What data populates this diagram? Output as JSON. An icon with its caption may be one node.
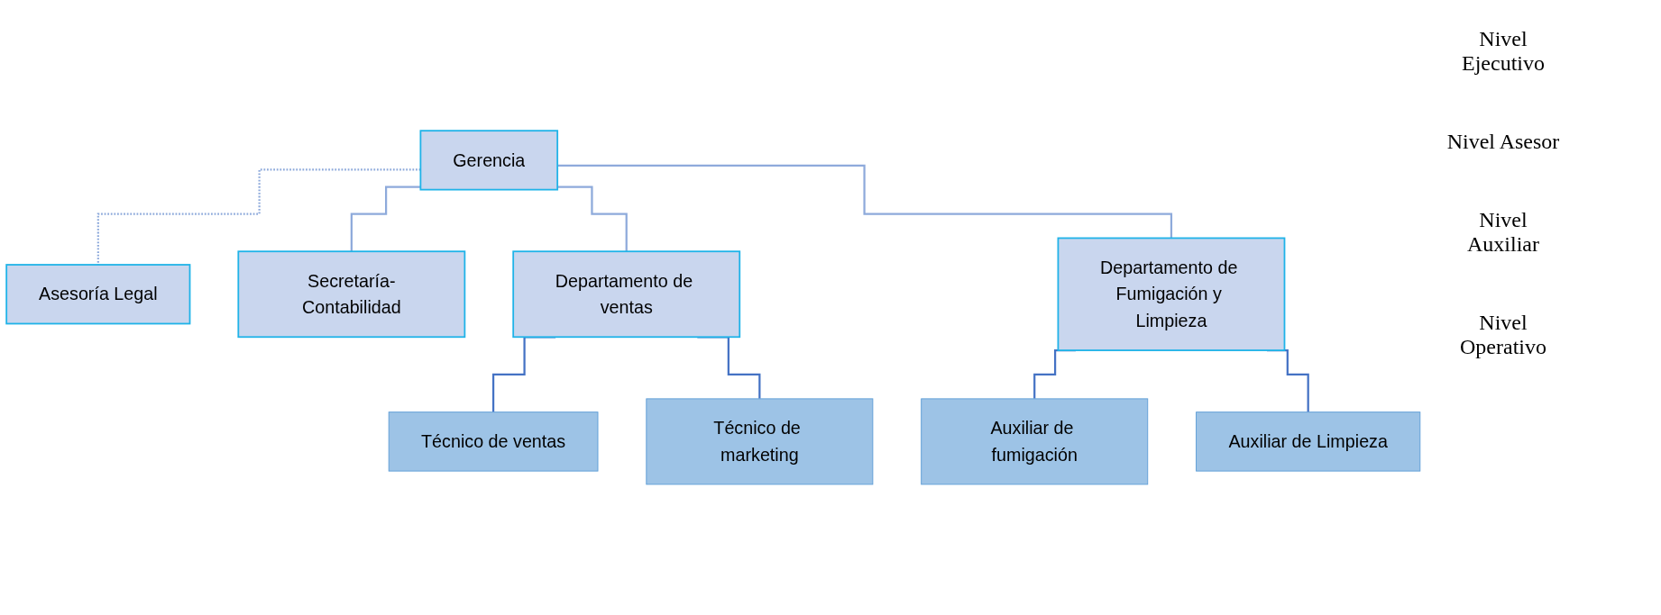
{
  "diagram": {
    "nodes": [
      {
        "text": [
          "Gerencia"
        ]
      },
      {
        "text": [
          "Asesoría Legal"
        ]
      },
      {
        "text": [
          "Secretaría-Contabilidad"
        ]
      },
      {
        "text": [
          "Departamento de ventas"
        ]
      },
      {
        "text": [
          "Departamento de Fumigación y Limpieza"
        ]
      },
      {
        "text": [
          "Técnico de ventas"
        ]
      },
      {
        "text": [
          "Técnico de marketing"
        ]
      },
      {
        "text": [
          "Auxiliar de fumigación"
        ]
      },
      {
        "text": [
          "Auxiliar de Limpieza"
        ]
      }
    ],
    "edges": [
      {
        "from": 0,
        "to": 1,
        "arrow": "none",
        "style": "dashed",
        "color": "#8eaadb"
      },
      {
        "from": 0,
        "to": 2,
        "arrow": "none",
        "color": "#8eaadb"
      },
      {
        "from": 0,
        "to": 3,
        "arrow": "none",
        "color": "#8eaadb"
      },
      {
        "from": 0,
        "to": 4,
        "arrow": "none",
        "color": "#8eaadb"
      },
      {
        "from": 3,
        "to": 5,
        "arrow": "none",
        "color": "#4472c4"
      },
      {
        "from": 3,
        "to": 6,
        "arrow": "none",
        "color": "#4472c4"
      },
      {
        "from": 4,
        "to": 7,
        "arrow": "none",
        "color": "#4472c4"
      },
      {
        "from": 4,
        "to": 8,
        "arrow": "none",
        "color": "#4472c4"
      }
    ],
    "labels": [
      "Nivel Ejecutivo",
      "Nivel Asesor",
      "Nivel Auxiliar",
      "Nivel Operativo"
    ]
  }
}
